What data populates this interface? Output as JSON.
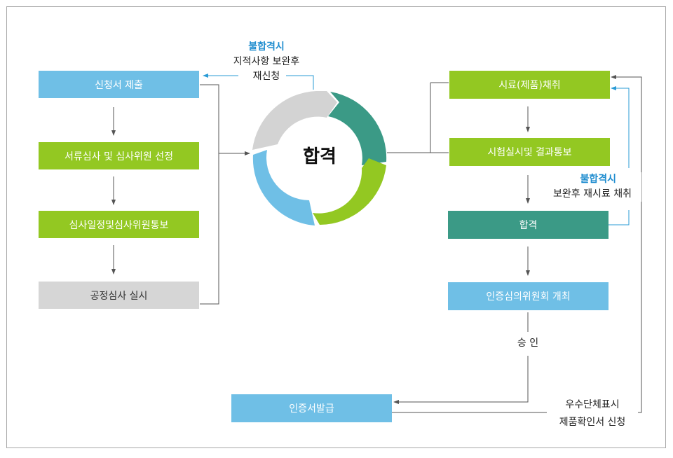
{
  "colors": {
    "blue": "#6fbfe6",
    "green": "#93c822",
    "teal": "#3b9a86",
    "gray": "#d6d6d6",
    "accent_text": "#1e8ccf",
    "line": "#555555",
    "feedback_line": "#3aaee0"
  },
  "left_column": [
    {
      "label": "신청서 제출",
      "color": "blue"
    },
    {
      "label": "서류심사 및 심사위원 선정",
      "color": "green"
    },
    {
      "label": "심사일정및심사위원통보",
      "color": "green"
    },
    {
      "label": "공정심사 실시",
      "color": "gray"
    }
  ],
  "center": {
    "label": "합격",
    "fail_note": {
      "title": "불합격시",
      "line1": "지적사항 보완후",
      "line2": "재신청"
    }
  },
  "right_column": [
    {
      "label": "시료(제품)채취",
      "color": "green"
    },
    {
      "label": "시험실시및 결과통보",
      "color": "green"
    },
    {
      "label": "합격",
      "color": "teal"
    },
    {
      "label": "인증심의위원회 개최",
      "color": "blue"
    }
  ],
  "right_fail_note": {
    "title": "불합격시",
    "line1": "보완후 재시료 채취"
  },
  "approval_label": "승 인",
  "final_box": {
    "label": "인증서발급",
    "color": "blue"
  },
  "bottom_note": {
    "line1": "우수단체표시",
    "line2": "제품확인서 신청"
  }
}
